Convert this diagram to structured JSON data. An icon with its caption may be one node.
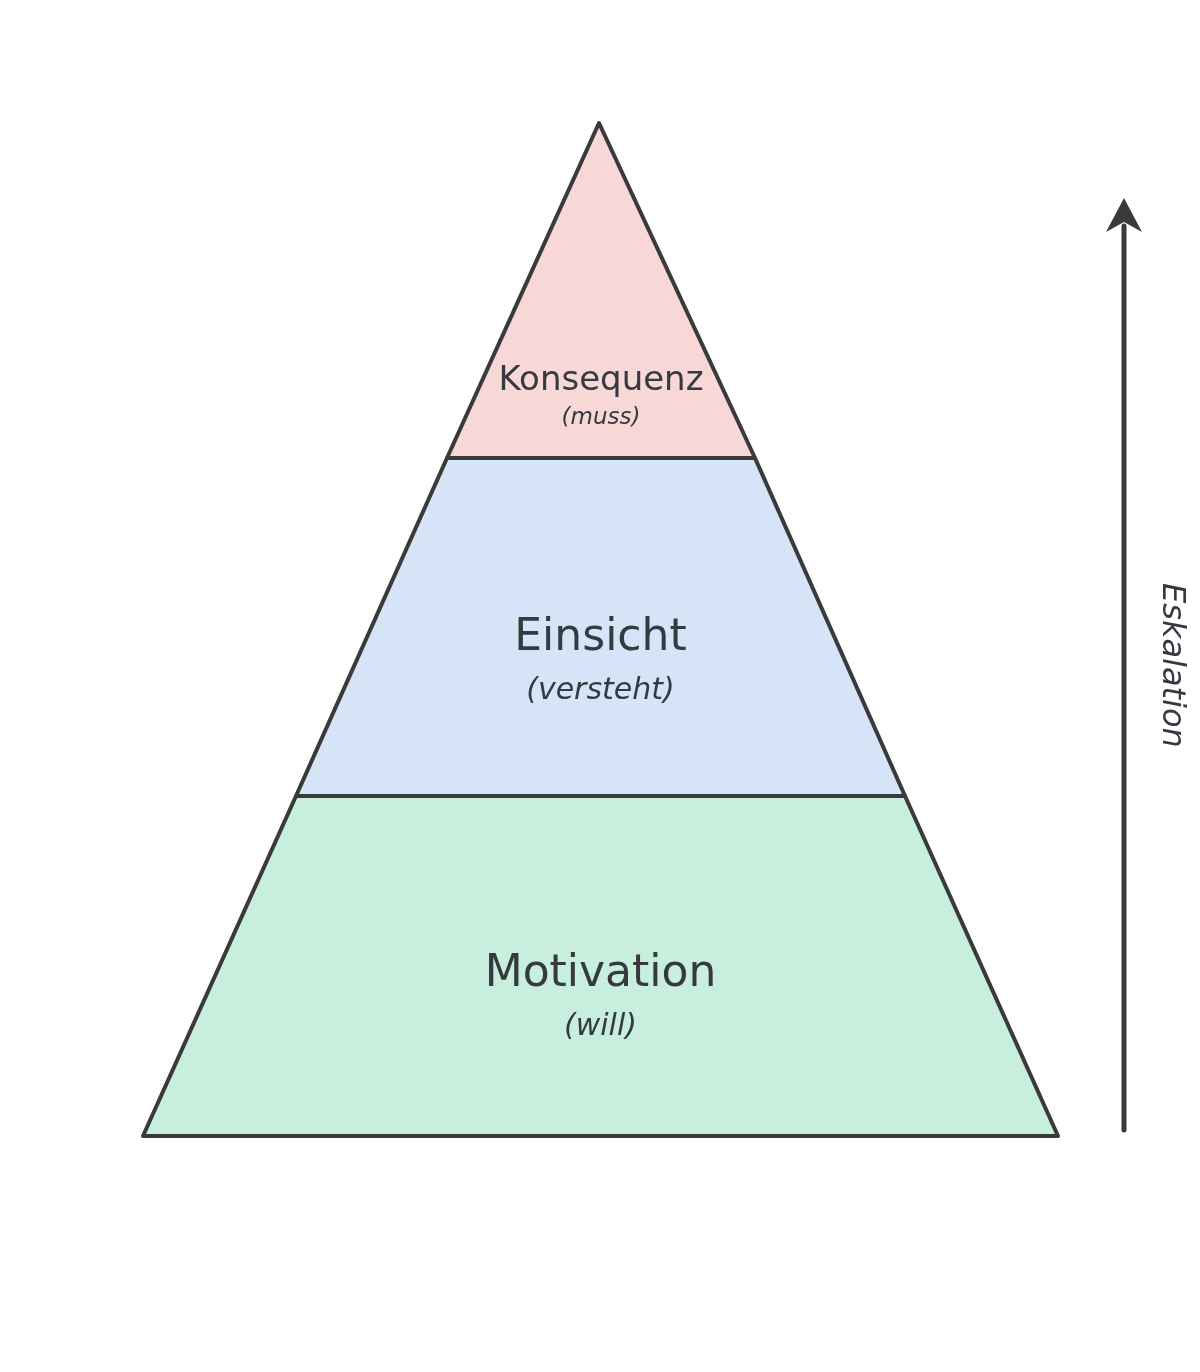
{
  "diagram": {
    "nodes": [
      {
        "text": [
          "Konsequenz",
          "(muss)"
        ]
      },
      {
        "text": [
          "Einsicht",
          "(versteht)"
        ]
      },
      {
        "text": [
          "Motivation",
          "(will)"
        ]
      }
    ],
    "edges": [],
    "labels": [
      "Eskalation"
    ]
  }
}
